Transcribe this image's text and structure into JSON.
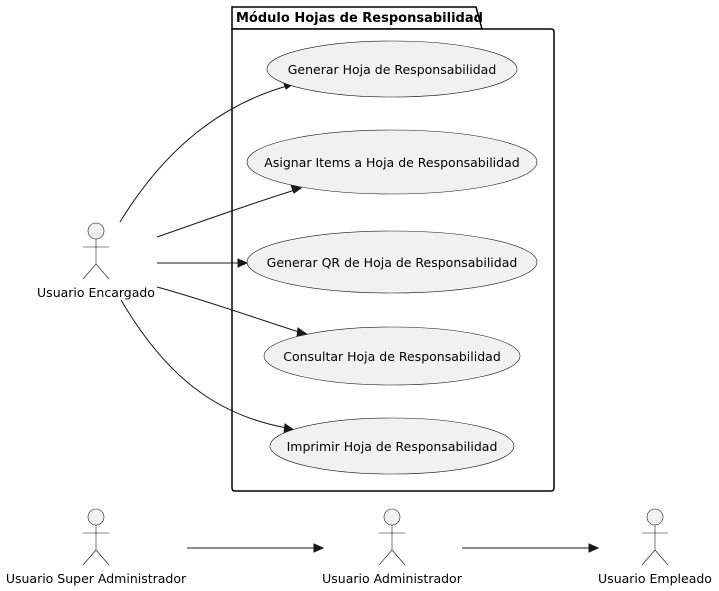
{
  "package": {
    "title": "Módulo Hojas de Responsabilidad"
  },
  "use_cases": [
    {
      "id": "uc1",
      "label": "Generar Hoja de Responsabilidad"
    },
    {
      "id": "uc2",
      "label": "Asignar Items a Hoja de Responsabilidad"
    },
    {
      "id": "uc3",
      "label": "Generar QR de Hoja de Responsabilidad"
    },
    {
      "id": "uc4",
      "label": "Consultar Hoja de Responsabilidad"
    },
    {
      "id": "uc5",
      "label": "Imprimir Hoja de Responsabilidad"
    }
  ],
  "actors": [
    {
      "id": "encargado",
      "label": "Usuario Encargado"
    },
    {
      "id": "super_admin",
      "label": "Usuario Super Administrador"
    },
    {
      "id": "admin",
      "label": "Usuario Administrador"
    },
    {
      "id": "empleado",
      "label": "Usuario Empleado"
    }
  ],
  "relations": [
    {
      "from": "encargado",
      "to": "uc1"
    },
    {
      "from": "encargado",
      "to": "uc2"
    },
    {
      "from": "encargado",
      "to": "uc3"
    },
    {
      "from": "encargado",
      "to": "uc4"
    },
    {
      "from": "encargado",
      "to": "uc5"
    },
    {
      "from": "super_admin",
      "to": "admin"
    },
    {
      "from": "admin",
      "to": "empleado"
    }
  ],
  "colors": {
    "shape_fill": "#f1f1f1",
    "stroke": "#181818",
    "background": "#ffffff",
    "text": "#000000"
  }
}
